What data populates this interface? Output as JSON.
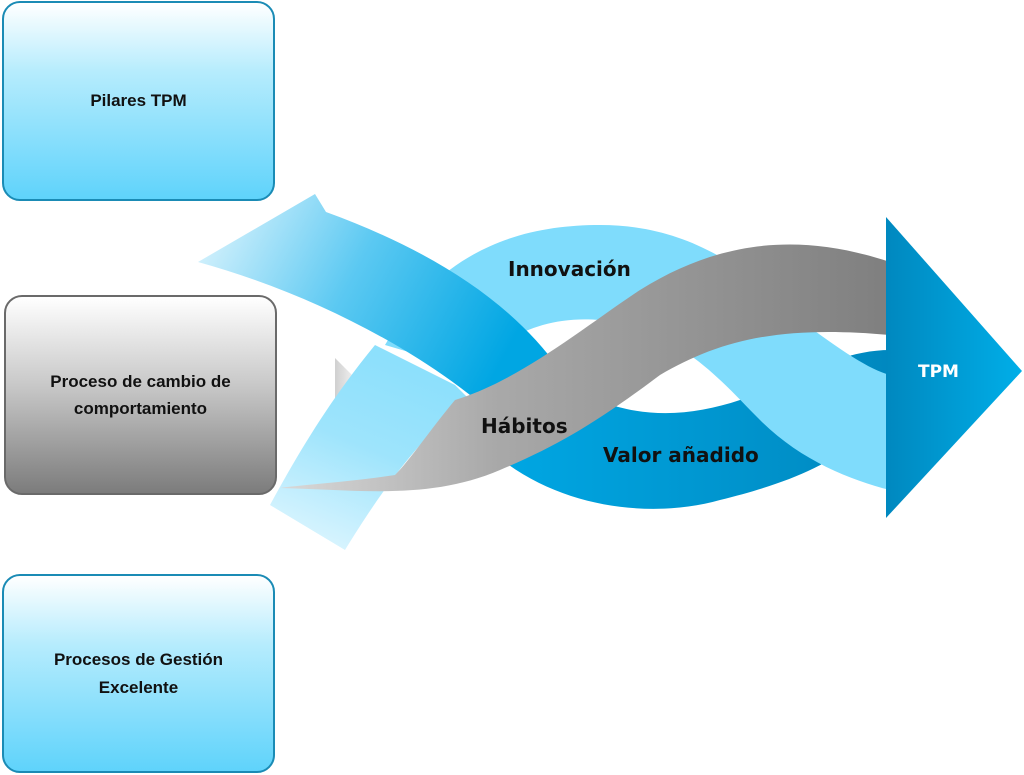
{
  "left_boxes": [
    {
      "label": "Pilares TPM",
      "color": "#5fd3fb"
    },
    {
      "label": "Proceso de cambio de comportamiento",
      "line1": "Proceso de cambio de",
      "line2": "comportamiento",
      "color": "#7c7c7c"
    },
    {
      "label": "Procesos de Gestión Excelente",
      "line1": "Procesos de Gestión",
      "line2": "Excelente",
      "color": "#5fd3fb"
    }
  ],
  "ribbons": [
    {
      "label": "Innovación",
      "color": "#7fdcfc"
    },
    {
      "label": "Hábitos",
      "color": "#9a9a9a"
    },
    {
      "label": "Valor añadido",
      "color": "#0095cc"
    }
  ],
  "target": {
    "label": "TPM",
    "color": "#0aa0d8"
  }
}
